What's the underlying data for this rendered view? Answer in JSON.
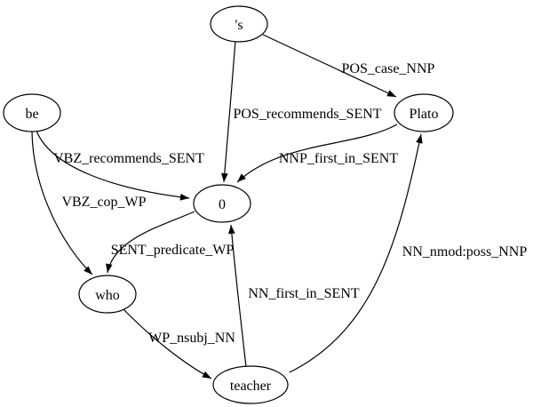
{
  "graph": {
    "background_color": "#ffffff",
    "stroke_color": "#000000",
    "nodes": [
      {
        "id": "apostrophe-s",
        "label": "'s"
      },
      {
        "id": "be",
        "label": "be"
      },
      {
        "id": "plato",
        "label": "Plato"
      },
      {
        "id": "zero",
        "label": "0"
      },
      {
        "id": "who",
        "label": "who"
      },
      {
        "id": "teacher",
        "label": "teacher"
      }
    ],
    "edges": [
      {
        "from": "'s",
        "to": "Plato",
        "label": "POS_case_NNP"
      },
      {
        "from": "'s",
        "to": "0",
        "label": "POS_recommends_SENT"
      },
      {
        "from": "be",
        "to": "0",
        "label": "VBZ_recommends_SENT"
      },
      {
        "from": "be",
        "to": "who",
        "label": "VBZ_cop_WP"
      },
      {
        "from": "Plato",
        "to": "0",
        "label": "NNP_first_in_SENT"
      },
      {
        "from": "0",
        "to": "who",
        "label": "SENT_predicate_WP"
      },
      {
        "from": "teacher",
        "to": "0",
        "label": "NN_first_in_SENT"
      },
      {
        "from": "who",
        "to": "teacher",
        "label": "WP_nsubj_NN"
      },
      {
        "from": "teacher",
        "to": "Plato",
        "label": "NN_nmod:poss_NNP"
      }
    ]
  }
}
